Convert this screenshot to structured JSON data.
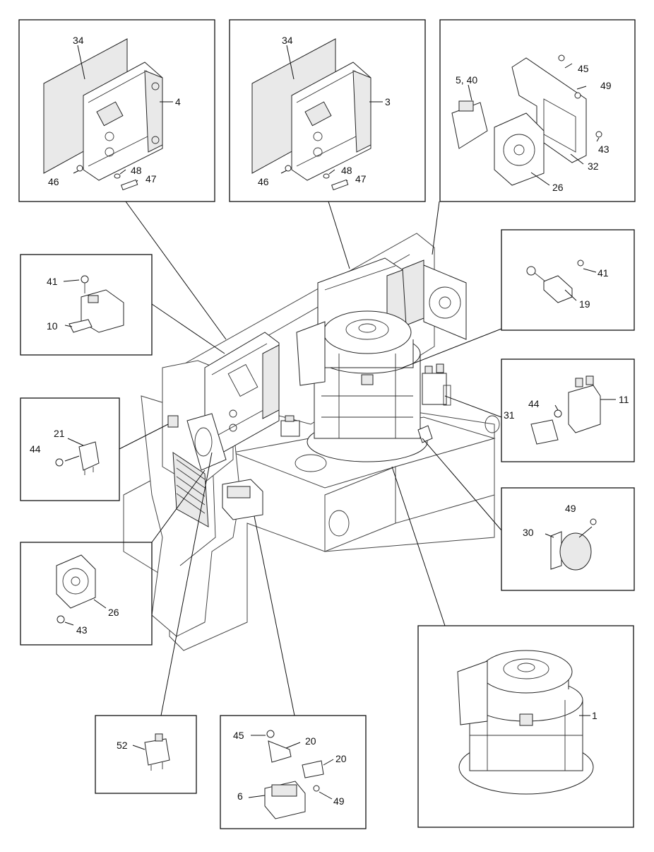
{
  "diagram": {
    "labels": {
      "box_a": [
        "34",
        "4",
        "46",
        "48",
        "47"
      ],
      "box_b": [
        "34",
        "3",
        "46",
        "48",
        "47"
      ],
      "box_c": [
        "5, 40",
        "45",
        "49",
        "43",
        "32",
        "26"
      ],
      "box_d": [
        "41",
        "10"
      ],
      "box_e": [
        "41",
        "19"
      ],
      "box_f": [
        "21",
        "44"
      ],
      "box_g": [
        "44",
        "11",
        "31"
      ],
      "box_h": [
        "49",
        "30"
      ],
      "box_i": [
        "26",
        "43"
      ],
      "box_j": [
        "52"
      ],
      "box_k": [
        "45",
        "20",
        "20",
        "6",
        "49"
      ],
      "box_l": [
        "1"
      ]
    }
  }
}
